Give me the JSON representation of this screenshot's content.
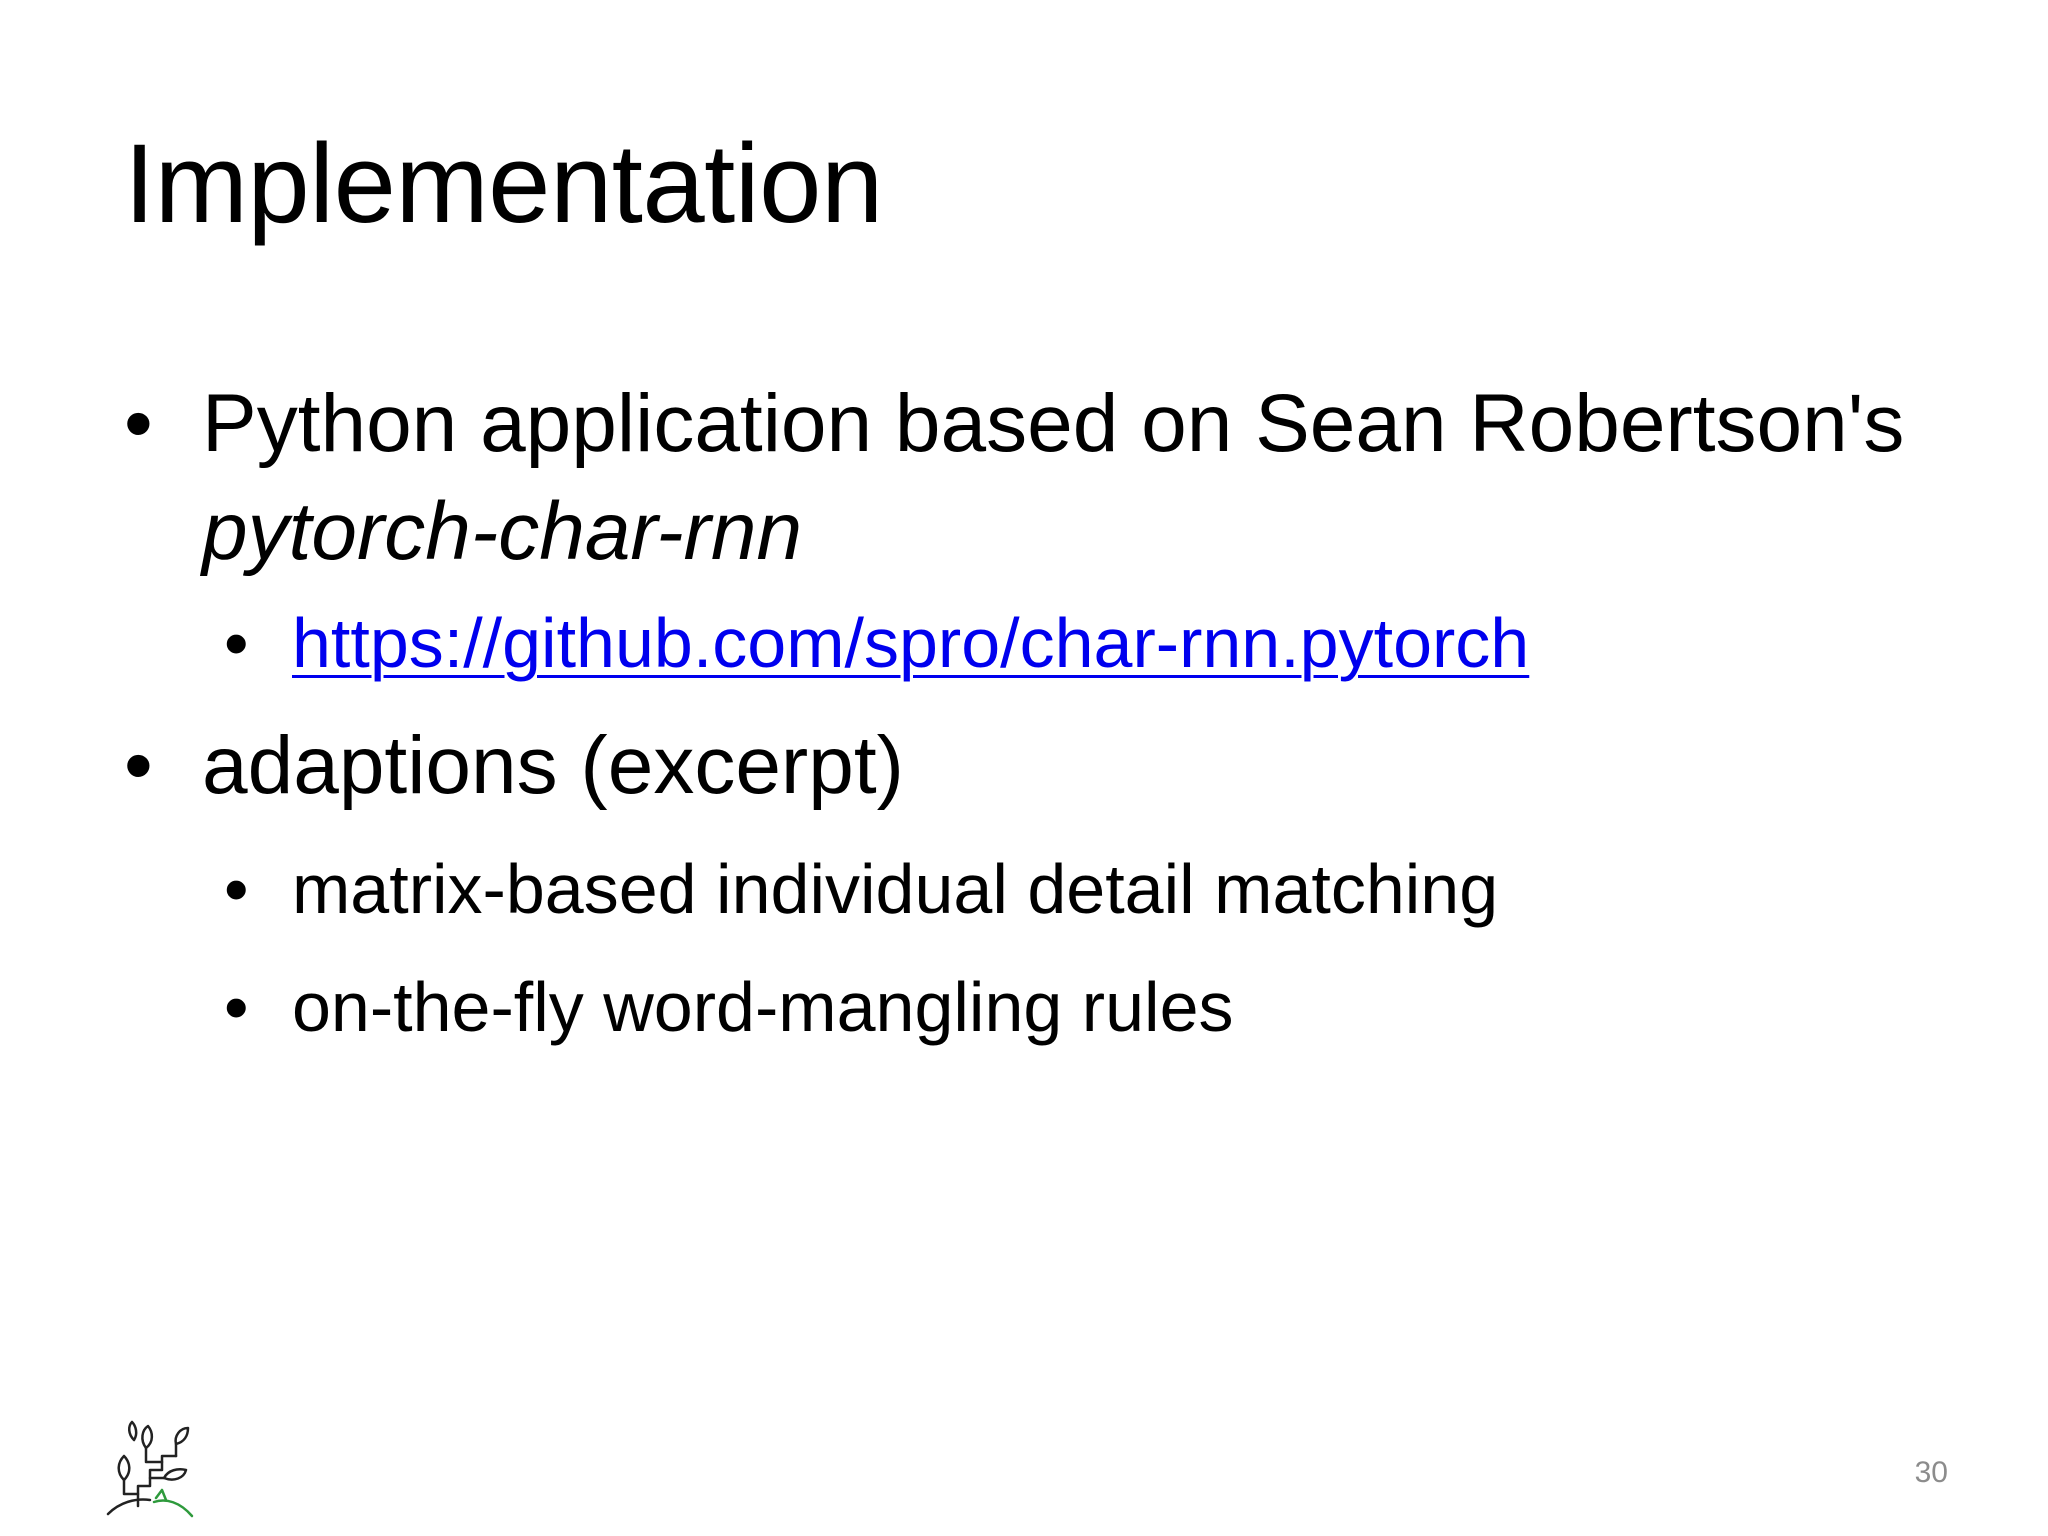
{
  "slide": {
    "title": "Implementation",
    "bullets": [
      {
        "text": "Python application based on Sean Robertson's",
        "italic_text": "pytorch-char-rnn",
        "subitems": [
          {
            "link_text": "https://github.com/spro/char-rnn.pytorch"
          }
        ]
      },
      {
        "text": "adaptions (excerpt)",
        "subitems": [
          {
            "text": "matrix-based individual detail matching"
          },
          {
            "text": "on-the-fly word-mangling rules"
          }
        ]
      }
    ],
    "bullet_glyph": "•",
    "page_number": "30"
  },
  "colors": {
    "text": "#000000",
    "link": "#0000ee",
    "page_number": "#8c8c8c",
    "logo_line": "#222222",
    "logo_accent": "#2e9a3c"
  },
  "icons": {
    "logo": "tree-sprout-logo-icon"
  }
}
